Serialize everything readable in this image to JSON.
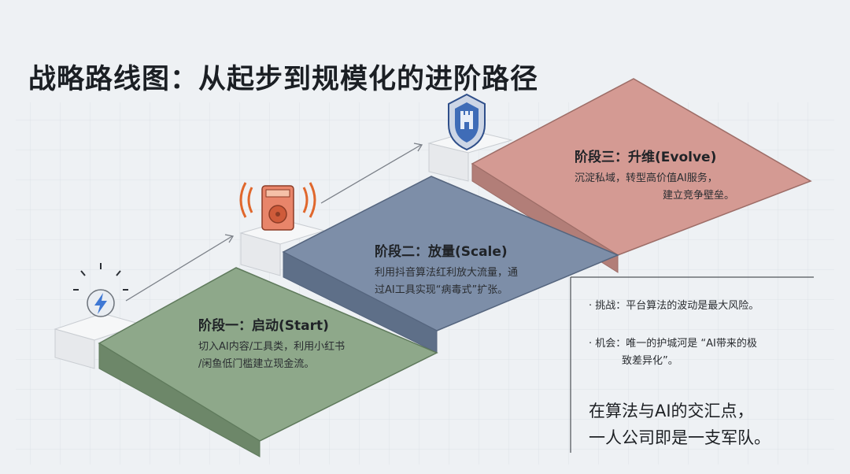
{
  "header": {
    "title": "战略路线图：从起步到规模化的进阶路径"
  },
  "stages": [
    {
      "title": "阶段一：启动(Start)",
      "desc_lines": [
        "切入AI内容/工具类，利用小红书",
        "/闲鱼低门槛建立现金流。"
      ],
      "icon": "lightning-icon",
      "color": "#8ea88a"
    },
    {
      "title": "阶段二：放量(Scale)",
      "desc_lines": [
        "利用抖音算法红利放大流量，通",
        "过AI工具实现“病毒式”扩张。"
      ],
      "icon": "speaker-icon",
      "color": "#7d8ea8"
    },
    {
      "title": "阶段三：升维(Evolve)",
      "desc_lines": [
        "沉淀私域，转型高价值AI服务，",
        "建立竞争壁垒。"
      ],
      "icon": "shield-castle-icon",
      "color": "#d49a93"
    }
  ],
  "notes": [
    {
      "lines": [
        "· 挑战：平台算法的波动是最大风险。"
      ]
    },
    {
      "lines": [
        "· 机会：唯一的护城河是 “AI带来的极",
        "致差异化”。"
      ]
    }
  ],
  "slogan": {
    "lines": [
      "在算法与AI的交汇点，",
      "一人公司即是一支军队。"
    ]
  }
}
